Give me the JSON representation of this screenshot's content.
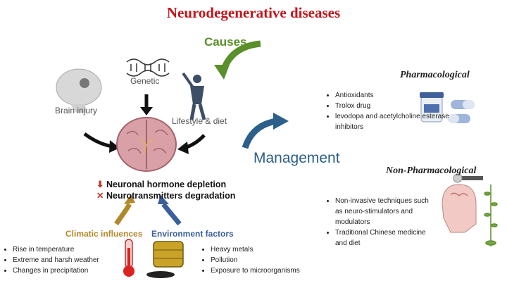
{
  "title": "Neurodegenerative diseases",
  "causes_label": "Causes",
  "management_label": "Management",
  "causes": {
    "genetic": "Genetic",
    "brain_injury": "Brain injury",
    "lifestyle": "Lifestyle & diet"
  },
  "effects": [
    {
      "mark": "⬇",
      "text": "Neuronal hormone depletion"
    },
    {
      "mark": "✕",
      "text": "Neurotransmitters degradation"
    }
  ],
  "climatic": {
    "label": "Climatic influences",
    "items": [
      "Rise in temperature",
      "Extreme and harsh weather",
      "Changes in precipitation"
    ]
  },
  "environment": {
    "label": "Environment factors",
    "items": [
      "Heavy metals",
      "Pollution",
      "Exposure to microorganisms"
    ]
  },
  "pharmacological": {
    "title": "Pharmacological",
    "items": [
      "Antioxidants",
      "Trolox drug",
      "levodopa and acetylcholine esterase inhibitors"
    ]
  },
  "non_pharmacological": {
    "title": "Non-Pharmacological",
    "items": [
      "Non-invasive techniques such as neuro-stimulators and modulators",
      "Traditional Chinese medicine and diet"
    ]
  },
  "colors": {
    "title": "#c0161b",
    "causes": "#5a8f2a",
    "management": "#2c5f8a",
    "climatic": "#b08a2a",
    "environment": "#3a5f9a",
    "arrow_dark": "#111111"
  }
}
